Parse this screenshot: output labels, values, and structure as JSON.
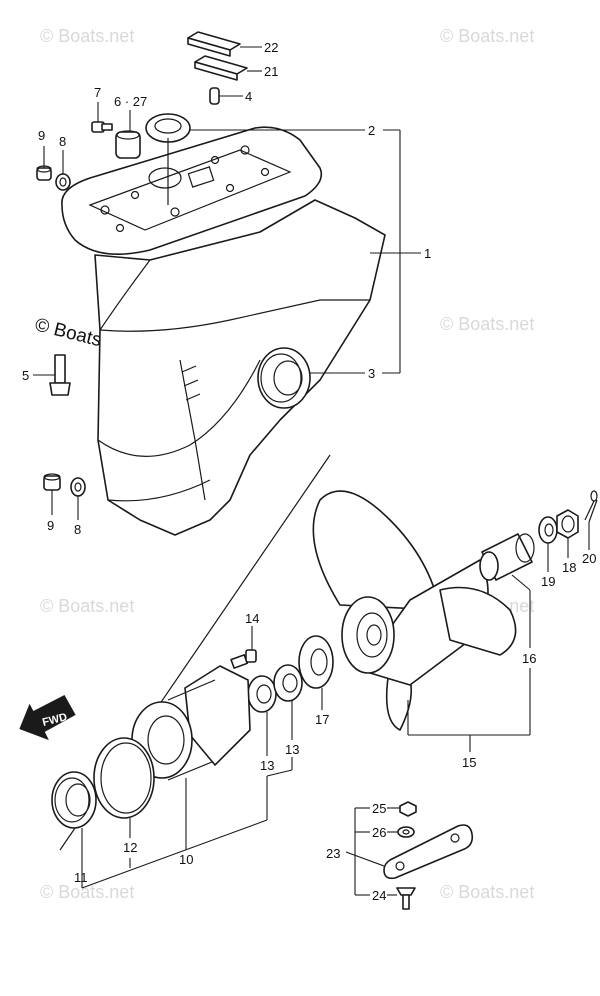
{
  "diagram": {
    "callouts": {
      "p1": "1",
      "p2": "2",
      "p3": "3",
      "p4": "4",
      "p5": "5",
      "p6_27": "6 · 27",
      "p7": "7",
      "p8a": "8",
      "p8b": "8",
      "p9a": "9",
      "p9b": "9",
      "p10": "10",
      "p11": "11",
      "p12": "12",
      "p13a": "13",
      "p13b": "13",
      "p14": "14",
      "p15": "15",
      "p16": "16",
      "p17": "17",
      "p18": "18",
      "p19": "19",
      "p20": "20",
      "p21": "21",
      "p22": "22",
      "p23": "23",
      "p24": "24",
      "p25": "25",
      "p26": "26"
    },
    "fwd_label": "FWD",
    "watermark": "© Boats.net"
  }
}
